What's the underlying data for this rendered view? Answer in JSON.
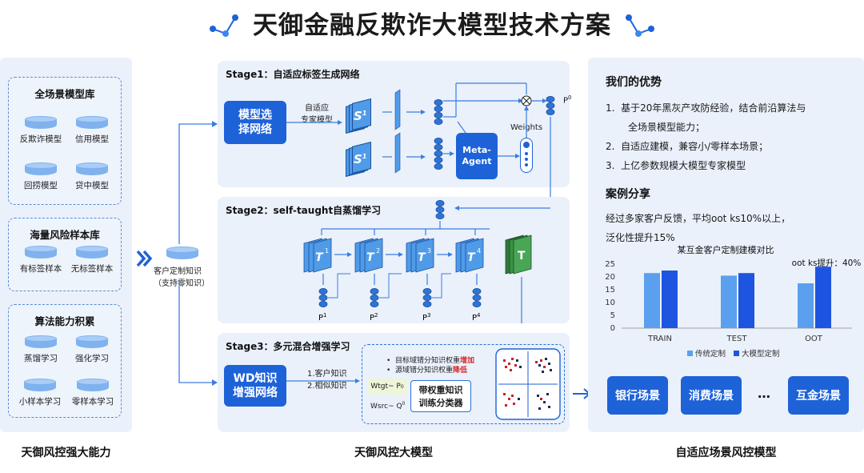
{
  "title": "天御金融反欺诈大模型技术方案",
  "left": {
    "groups": [
      {
        "title": "全场景模型库",
        "items": [
          "反欺诈模型",
          "信用模型",
          "回捞模型",
          "贷中模型"
        ]
      },
      {
        "title": "海量风险样本库",
        "items": [
          "有标签样本",
          "无标签样本"
        ]
      },
      {
        "title": "算法能力积累",
        "items": [
          "蒸馏学习",
          "强化学习",
          "小样本学习",
          "零样本学习"
        ]
      }
    ],
    "caption": "天御风控强大能力"
  },
  "middle": {
    "customer_knowledge": {
      "line1": "客户定制知识",
      "line2": "（支持零知识）"
    },
    "stage1": {
      "title": "Stage1：自适应标签生成网络",
      "button": {
        "line1": "模型选",
        "line2": "择网络"
      },
      "expert_label": {
        "line1": "自适应",
        "line2": "专家模型"
      },
      "s_label": "S",
      "s_sup": "1",
      "meta_agent": {
        "line1": "Meta-",
        "line2": "Agent"
      },
      "weights": "Weights",
      "p_label": "P",
      "p_sup": "0"
    },
    "stage2": {
      "title": "Stage2：self-taught自蒸馏学习",
      "teachers": [
        "1",
        "2",
        "3",
        "4"
      ],
      "t_label": "T",
      "final_t": "T",
      "p_label": "P"
    },
    "stage3": {
      "title": "Stage3：多元混合增强学习",
      "button": {
        "line1": "WD知识",
        "line2": "增强网络"
      },
      "knowledge": {
        "line1": "1.客户知识",
        "line2": "2.相似知识"
      },
      "bullet1": {
        "prefix": "目标域错分知识权重",
        "highlight": "增加"
      },
      "bullet2": {
        "prefix": "源域错分知识权重",
        "highlight": "降低"
      },
      "wtgt": "Wtgt~ P",
      "wtgt_sup": "0",
      "wsrc": "Wsrc~ Q",
      "wsrc_sup": "0",
      "classifier": {
        "line1": "带权重知识",
        "line2": "训练分类器"
      }
    },
    "caption": "天御风控大模型"
  },
  "right": {
    "adv_title": "我们的优势",
    "advantages": [
      {
        "num": "1.",
        "line1": "基于20年黑灰产攻防经验，结合前沿算法与",
        "line2": "全场景模型能力；"
      },
      {
        "num": "2.",
        "line1": "自适应建模，兼容小/零样本场景；"
      },
      {
        "num": "3.",
        "line1": "上亿参数规模大模型专家模型"
      }
    ],
    "case_title": "案例分享",
    "case_line1": "经过多家客户反馈，平均oot ks10%以上，",
    "case_line2": "泛化性提升15%",
    "scenes": [
      "银行场景",
      "消费场景",
      "…",
      "互金场景"
    ],
    "caption": "自适应场景风控模型"
  },
  "colors": {
    "accent": "#1e62d8",
    "light": "#eaf1fb",
    "chart_light": "#5aa0ee",
    "chart_dark": "#1e55e0",
    "highlight": "#d9262c"
  },
  "chart_data": {
    "type": "bar",
    "title": "某互金客户定制建模对比",
    "annotation": "oot ks提升：40%",
    "categories": [
      "TRAIN",
      "TEST",
      "OOT"
    ],
    "series": [
      {
        "name": "传统定制",
        "values": [
          21.5,
          20.5,
          17.5
        ],
        "color": "#5aa0ee"
      },
      {
        "name": "大模型定制",
        "values": [
          22.5,
          21.5,
          24
        ],
        "color": "#1e55e0"
      }
    ],
    "ylim": [
      0,
      25
    ],
    "yticks": [
      "0",
      "5",
      "10",
      "15",
      "20",
      "25"
    ],
    "legend": "bottom",
    "grid": false
  }
}
